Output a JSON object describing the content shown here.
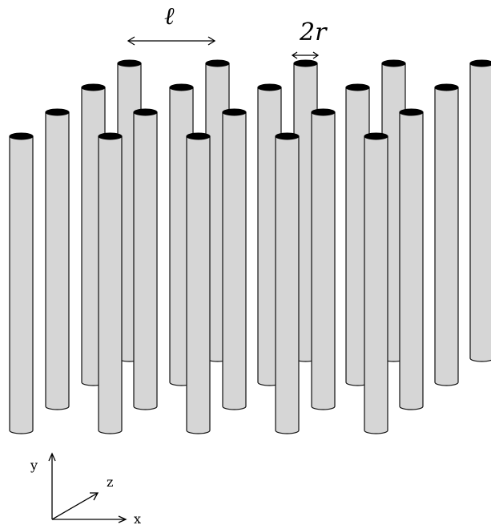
{
  "diagram": {
    "labels": {
      "spacing": "ℓ",
      "diameter": "2r"
    },
    "axes": {
      "x": "x",
      "y": "y",
      "z": "z"
    },
    "rows": [
      {
        "row": "back",
        "count": 5
      },
      {
        "row": "middle",
        "count": 5
      },
      {
        "row": "second",
        "count": 5
      },
      {
        "row": "front",
        "count": 5
      }
    ],
    "colors": {
      "rod_fill": "#d6d6d6",
      "rod_top": "#000000",
      "outline": "#111111",
      "background": "#ffffff"
    }
  }
}
